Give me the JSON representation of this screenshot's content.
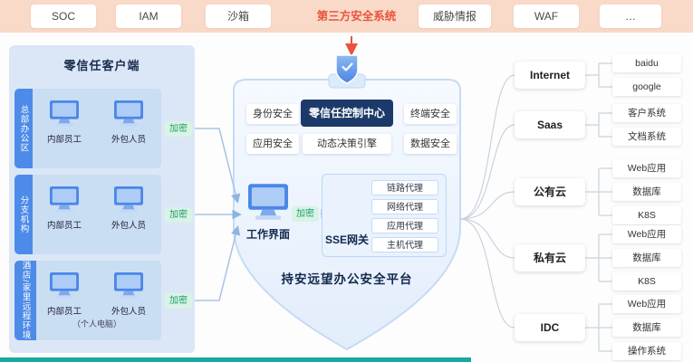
{
  "top_bar": {
    "items": [
      {
        "label": "SOC"
      },
      {
        "label": "IAM"
      },
      {
        "label": "沙箱"
      },
      {
        "label": "第三方安全系统"
      },
      {
        "label": "威胁情报"
      },
      {
        "label": "WAF"
      },
      {
        "label": "…"
      }
    ]
  },
  "left_panel": {
    "title": "零信任客户端",
    "encrypt_tag": "加密",
    "rows": [
      {
        "zone": "总部办公区",
        "users": [
          "内部员工",
          "外包人员"
        ]
      },
      {
        "zone": "分支机构",
        "users": [
          "内部员工",
          "外包人员"
        ]
      },
      {
        "zone": "酒店/家里远程环境",
        "users": [
          "内部员工",
          "外包人员"
        ],
        "note": "（个人电脑）"
      }
    ]
  },
  "center": {
    "control_center": "零信任控制中心",
    "capabilities": [
      "身份安全",
      "终端安全",
      "应用安全",
      "动态决策引擎",
      "数据安全"
    ],
    "work_interface": "工作界面",
    "encrypt_tag": "加密",
    "sse_gateway": {
      "label": "SSE网关",
      "proxies": [
        "链路代理",
        "网络代理",
        "应用代理",
        "主机代理"
      ]
    },
    "platform_title": "持安远望办公安全平台"
  },
  "right_panel": {
    "groups": [
      {
        "label": "Internet",
        "children": [
          "baidu",
          "google"
        ]
      },
      {
        "label": "Saas",
        "children": [
          "客户系统",
          "文档系统"
        ]
      },
      {
        "label": "公有云",
        "children": [
          "Web应用",
          "数据库",
          "K8S"
        ]
      },
      {
        "label": "私有云",
        "children": [
          "Web应用",
          "数据库",
          "K8S"
        ]
      },
      {
        "label": "IDC",
        "children": [
          "Web应用",
          "数据库",
          "操作系统"
        ]
      }
    ]
  },
  "colors": {
    "top_bar_bg": "#f9d9c8",
    "highlight": "#e8553c",
    "panel_bg": "#dbe7f7",
    "row_bg": "#c9ddf3",
    "zone_label_bg": "#4d8be8",
    "encrypt_bg": "#d9f3e6",
    "encrypt_text": "#23a06b",
    "control_bg": "#1c3a69",
    "accent_blue": "#4c86e8",
    "footer_teal": "#1ba89e"
  }
}
